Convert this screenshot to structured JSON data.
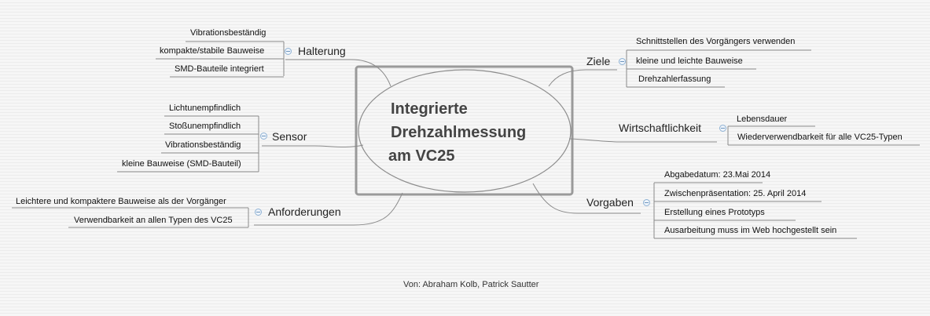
{
  "center": {
    "line1": "Integrierte",
    "line2": "Drehzahlmessung",
    "line3": "am VC25"
  },
  "branches": {
    "halterung": {
      "label": "Halterung",
      "items": [
        "Vibrationsbeständig",
        "kompakte/stabile Bauweise",
        "SMD-Bauteile integriert"
      ]
    },
    "sensor": {
      "label": "Sensor",
      "items": [
        "Lichtunempfindlich",
        "Stoßunempfindlich",
        "Vibrationsbeständig",
        "kleine Bauweise (SMD-Bauteil)"
      ]
    },
    "anforderungen": {
      "label": "Anforderungen",
      "items": [
        "Leichtere und kompaktere Bauweise als der Vorgänger",
        "Verwendbarkeit an allen Typen des VC25"
      ]
    },
    "ziele": {
      "label": "Ziele",
      "items": [
        "Schnittstellen des Vorgängers verwenden",
        "kleine und leichte Bauweise",
        "Drehzahlerfassung"
      ]
    },
    "wirtschaftlichkeit": {
      "label": "Wirtschaftlichkeit",
      "items": [
        "Lebensdauer",
        "Wiederverwendbarkeit für alle VC25-Typen"
      ]
    },
    "vorgaben": {
      "label": "Vorgaben",
      "items": [
        "Abgabedatum: 23.Mai 2014",
        "Zwischenpräsentation: 25. April 2014",
        "Erstellung eines Prototyps",
        "Ausarbeitung muss im Web hochgestellt sein"
      ]
    }
  },
  "footer": {
    "credit": "Von: Abraham Kolb, Patrick Sautter"
  }
}
